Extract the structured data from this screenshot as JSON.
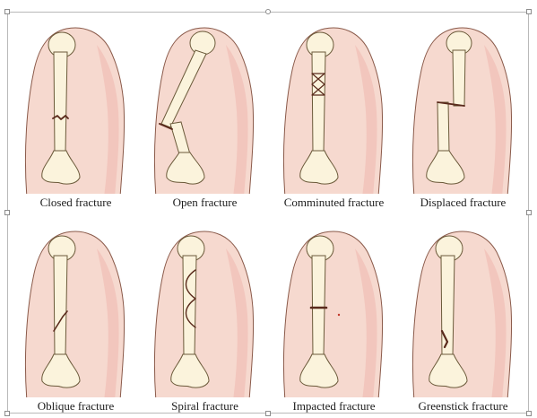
{
  "fractures": [
    {
      "label": "Closed fracture",
      "type": "closed"
    },
    {
      "label": "Open fracture",
      "type": "open"
    },
    {
      "label": "Comminuted fracture",
      "type": "comminuted"
    },
    {
      "label": "Displaced fracture",
      "type": "displaced"
    },
    {
      "label": "Oblique fracture",
      "type": "oblique"
    },
    {
      "label": "Spiral fracture",
      "type": "spiral"
    },
    {
      "label": "Impacted fracture",
      "type": "impacted"
    },
    {
      "label": "Greenstick fracture",
      "type": "greenstick"
    }
  ],
  "colors": {
    "skin": "#f6d9cf",
    "skin_shadow": "#eeb7ae",
    "outline": "#8a5a4a",
    "bone": "#fbf3dc",
    "bone_outline": "#6b5a3a",
    "crack": "#5a2a1c",
    "caption": "#1c1c1c"
  }
}
